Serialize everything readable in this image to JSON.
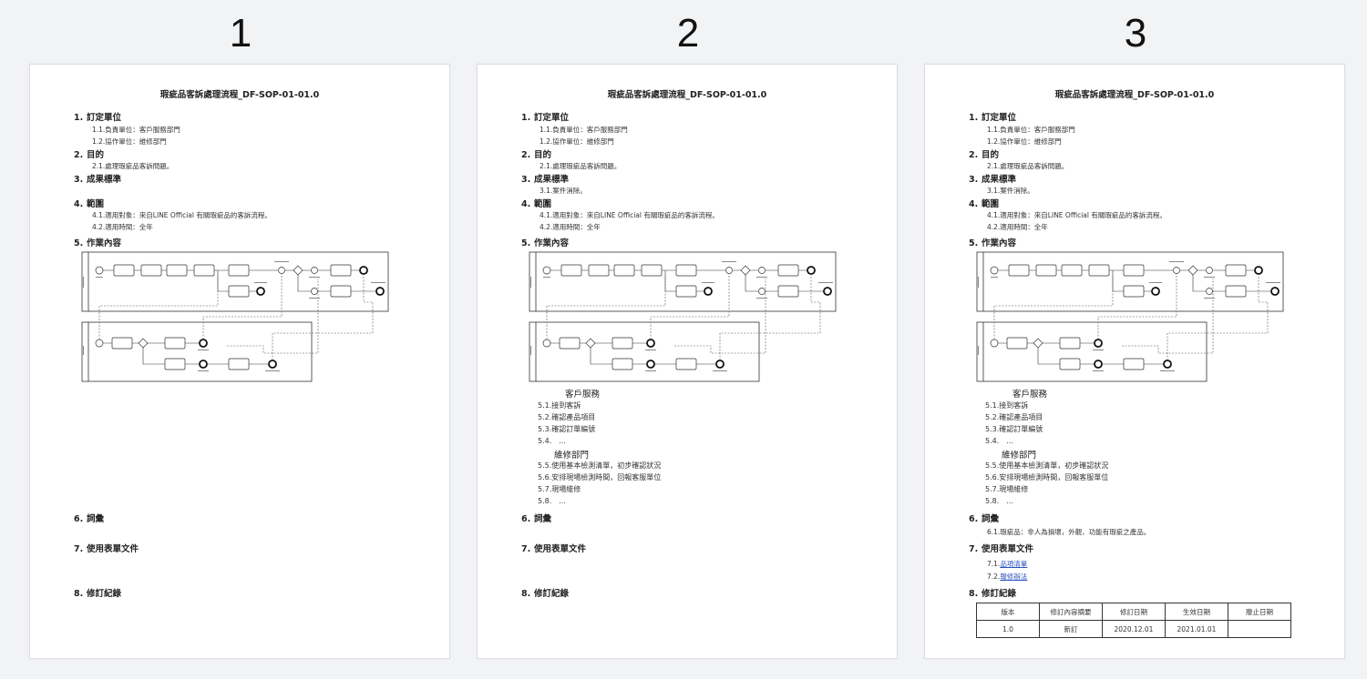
{
  "page_numbers": [
    "1",
    "2",
    "3"
  ],
  "doc": {
    "title": "瑕疵品客訴處理流程_DF-SOP-01-01.0",
    "sections": [
      {
        "num": "1.",
        "label": "訂定單位"
      },
      {
        "num": "2.",
        "label": "目的"
      },
      {
        "num": "3.",
        "label": "成果標準"
      },
      {
        "num": "4.",
        "label": "範圍"
      },
      {
        "num": "5.",
        "label": "作業內容"
      },
      {
        "num": "6.",
        "label": "詞彙"
      },
      {
        "num": "7.",
        "label": "使用表單文件"
      },
      {
        "num": "8.",
        "label": "修訂紀錄"
      }
    ],
    "s1": [
      "1.1.負責單位：客戶服務部門",
      "1.2.協作單位：維修部門"
    ],
    "s2": [
      "2.1.處理瑕疵品客訴問題。"
    ],
    "s3": [
      "3.1.案件消除。"
    ],
    "s4": [
      "4.1.適用對象：來自LINE Official 有關瑕疵品的客訴流程。",
      "4.2.適用時間：全年"
    ],
    "lane1_title": "客戶服務",
    "lane1_steps": [
      "5.1.接到客訴",
      "5.2.確認產品項目",
      "5.3.確認訂單編號",
      "5.4.　..."
    ],
    "lane2_title": "維修部門",
    "lane2_steps": [
      "5.5.使用基本檢測清單，初步確認狀況",
      "5.6.安排現場檢測時間，回報客服單位",
      "5.7.現場維修",
      "5.8.　..."
    ],
    "s6": [
      "6.1.瑕疵品：非人為損壞，外觀、功能有瑕疵之產品。"
    ],
    "s7_prefix": [
      "7.1.",
      "7.2."
    ],
    "s7_links": [
      "品項清單",
      "報修辦法"
    ],
    "revision_table": {
      "headers": [
        "版本",
        "修訂內容摘要",
        "修訂日期",
        "生效日期",
        "廢止日期"
      ],
      "row": [
        "1.0",
        "新訂",
        "2020.12.01",
        "2021.01.01",
        ""
      ]
    }
  }
}
